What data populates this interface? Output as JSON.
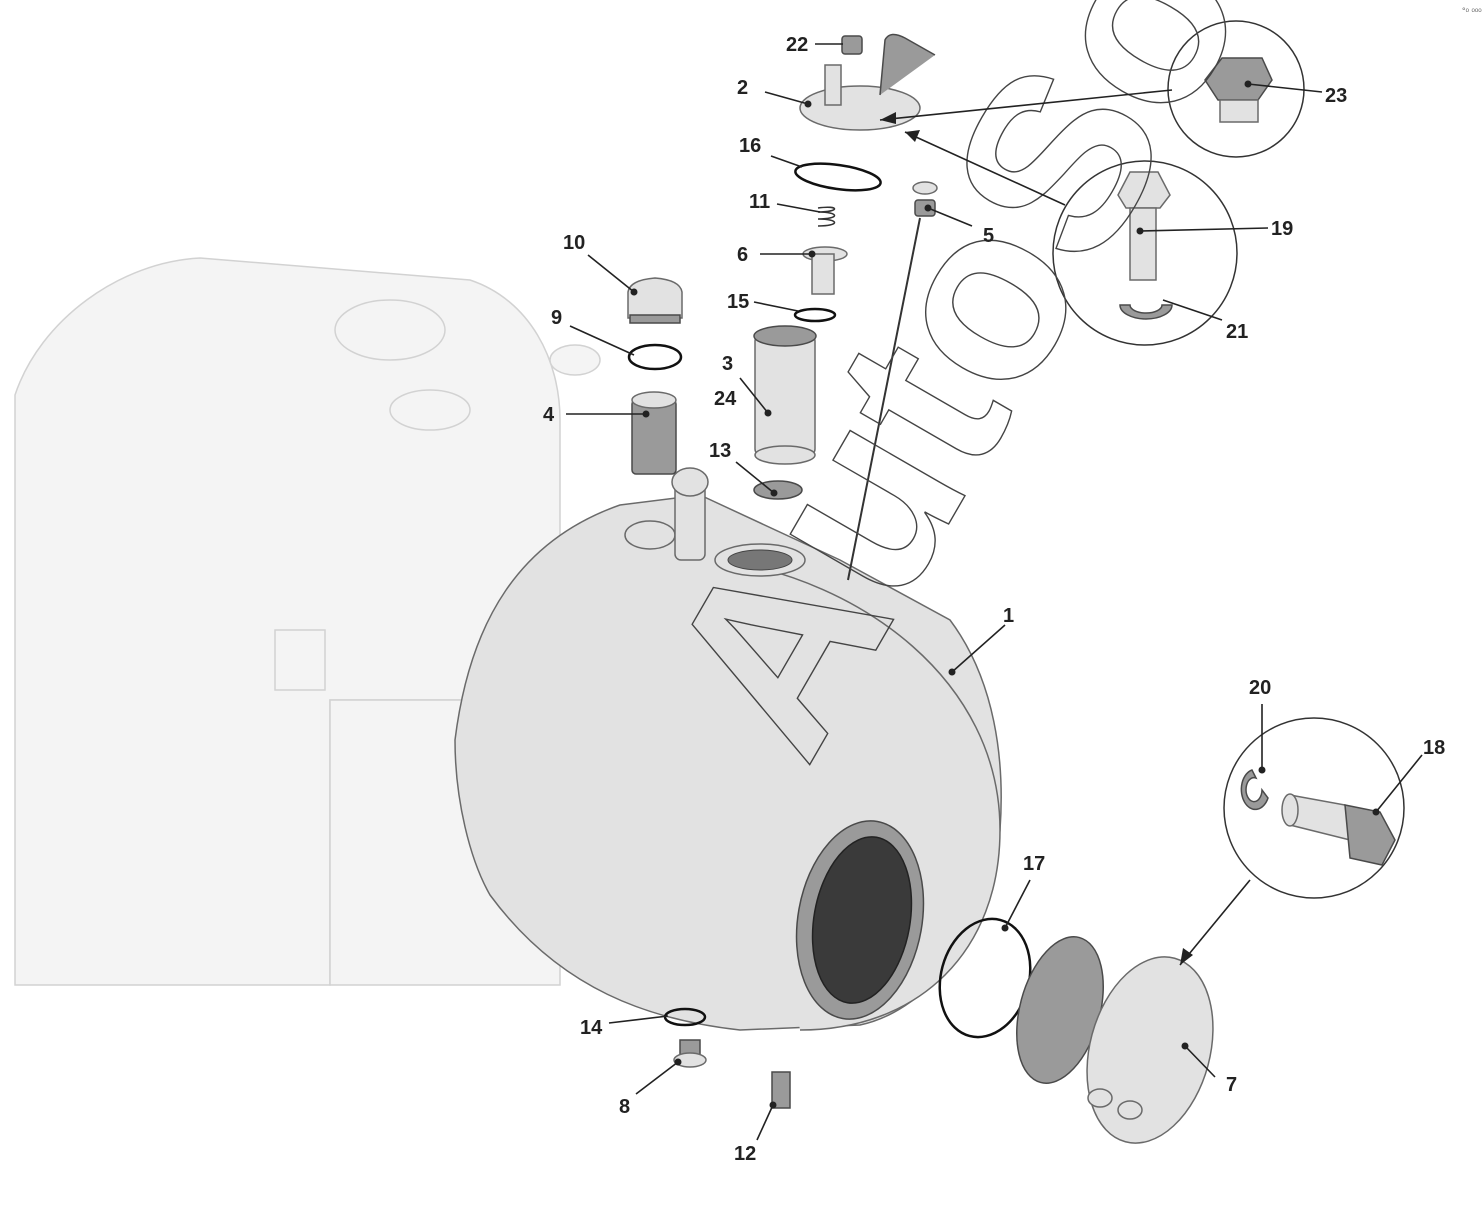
{
  "watermark": "AutoSoft",
  "corner_mark": "°ᵒ ᵒᵒᵒ",
  "callouts": [
    {
      "id": "c1",
      "label": "1"
    },
    {
      "id": "c2",
      "label": "2"
    },
    {
      "id": "c3",
      "label": "3"
    },
    {
      "id": "c4",
      "label": "4"
    },
    {
      "id": "c5",
      "label": "5"
    },
    {
      "id": "c6",
      "label": "6"
    },
    {
      "id": "c7",
      "label": "7"
    },
    {
      "id": "c8",
      "label": "8"
    },
    {
      "id": "c9",
      "label": "9"
    },
    {
      "id": "c10",
      "label": "10"
    },
    {
      "id": "c11",
      "label": "11"
    },
    {
      "id": "c12",
      "label": "12"
    },
    {
      "id": "c13",
      "label": "13"
    },
    {
      "id": "c14",
      "label": "14"
    },
    {
      "id": "c15",
      "label": "15"
    },
    {
      "id": "c16",
      "label": "16"
    },
    {
      "id": "c17",
      "label": "17"
    },
    {
      "id": "c18",
      "label": "18"
    },
    {
      "id": "c19",
      "label": "19"
    },
    {
      "id": "c20",
      "label": "20"
    },
    {
      "id": "c21",
      "label": "21"
    },
    {
      "id": "c22",
      "label": "22"
    },
    {
      "id": "c23",
      "label": "23"
    },
    {
      "id": "c24",
      "label": "24"
    }
  ]
}
